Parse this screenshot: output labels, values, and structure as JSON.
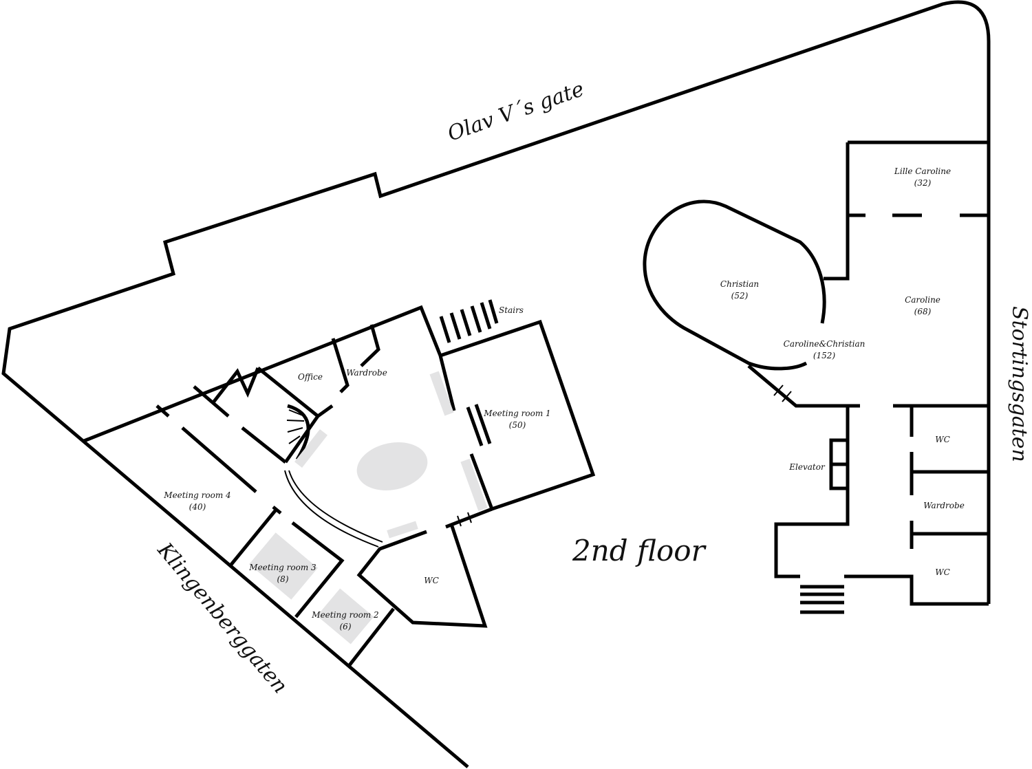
{
  "title": "2nd floor",
  "streets": {
    "north": "Olav V´s gate",
    "west": "Klingenberggaten",
    "east": "Stortingsgaten"
  },
  "rooms": {
    "stairs": "Stairs",
    "office": "Office",
    "wardrobe_left": "Wardrobe",
    "meeting_room_1": {
      "name": "Meeting room 1",
      "capacity": "(50)"
    },
    "meeting_room_2": {
      "name": "Meeting room 2",
      "capacity": "(6)"
    },
    "meeting_room_3": {
      "name": "Meeting room 3",
      "capacity": "(8)"
    },
    "meeting_room_4": {
      "name": "Meeting room 4",
      "capacity": "(40)"
    },
    "wc_left": "WC",
    "lille_caroline": {
      "name": "Lille Caroline",
      "capacity": "(32)"
    },
    "christian": {
      "name": "Christian",
      "capacity": "(52)"
    },
    "caroline": {
      "name": "Caroline",
      "capacity": "(68)"
    },
    "caroline_christian": {
      "name": "Caroline&Christian",
      "capacity": "(152)"
    },
    "elevator": "Elevator",
    "wc_right_1": "WC",
    "wardrobe_right": "Wardrobe",
    "wc_right_2": "WC"
  }
}
